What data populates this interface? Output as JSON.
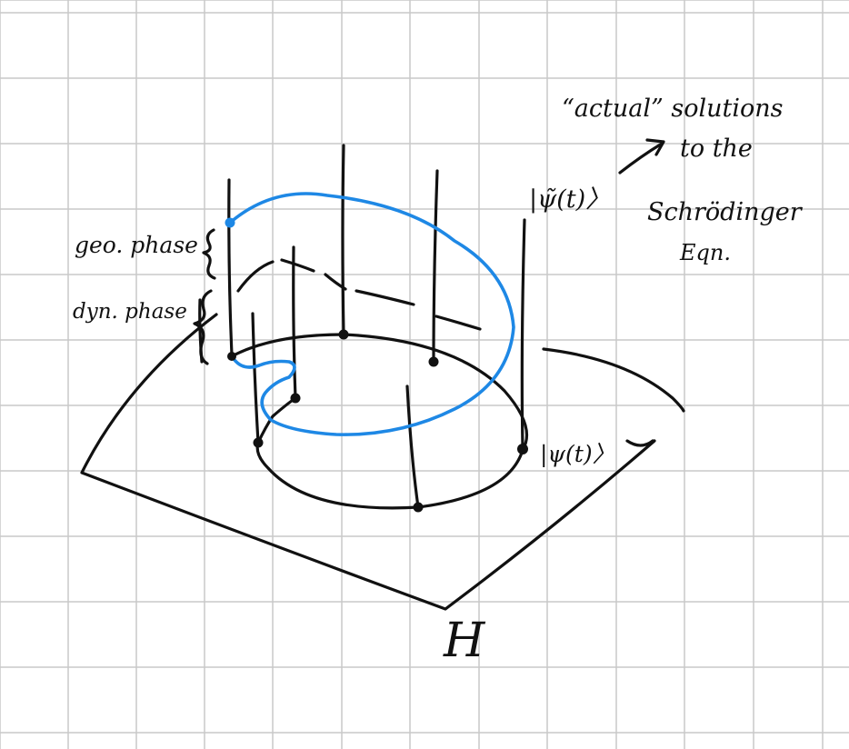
{
  "labels": {
    "geo_phase": "geo. phase",
    "dyn_phase": "dyn. phase",
    "actual_solutions": "“actual” solutions",
    "to_the": "to the",
    "schrodinger": "Schrödinger",
    "eqn": "Eqn.",
    "psi_tilde_t": "|ψ̃(t)〉",
    "psi_t": "|ψ(t)〉",
    "hilbert_space": "H"
  },
  "colors": {
    "grid": "#c9c9c9",
    "ink": "#111111",
    "blue": "#1e88e5"
  }
}
